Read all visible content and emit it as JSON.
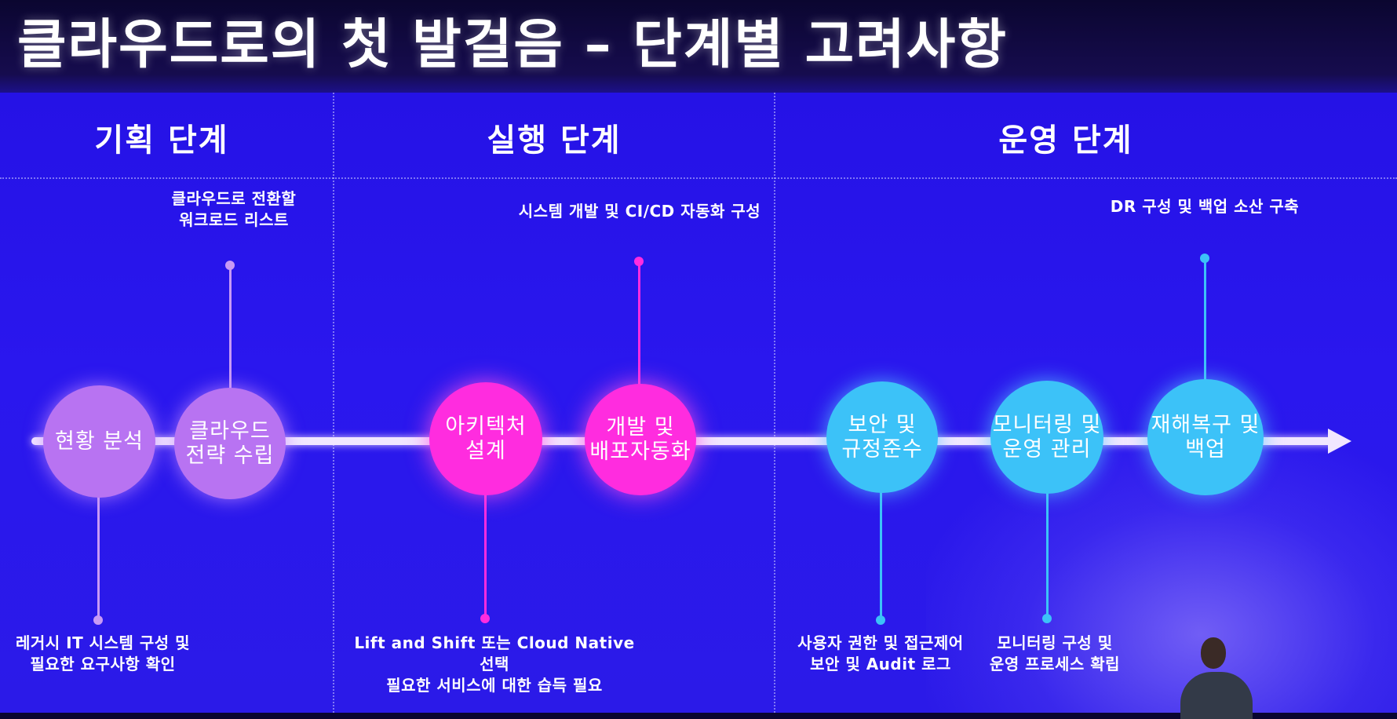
{
  "title": "클라우드로의 첫 발걸음 – 단계별 고려사항",
  "phases": [
    {
      "label": "기획 단계"
    },
    {
      "label": "실행 단계"
    },
    {
      "label": "운영 단계"
    }
  ],
  "steps": [
    {
      "label": "현황 분석",
      "color": "#b873f2"
    },
    {
      "label": "클라우드\n전략 수립",
      "color": "#b873f2"
    },
    {
      "label": "아키텍처\n설계",
      "color": "#ff2cdf"
    },
    {
      "label": "개발 및\n배포자동화",
      "color": "#ff2cdf"
    },
    {
      "label": "보안 및\n규정준수",
      "color": "#3cc2f8"
    },
    {
      "label": "모니터링 및\n운영 관리",
      "color": "#3cc2f8"
    },
    {
      "label": "재해복구 및\n백업",
      "color": "#3cc2f8"
    }
  ],
  "notes": [
    {
      "text": "레거시 IT 시스템 구성 및\n필요한 요구사항 확인"
    },
    {
      "text": "클라우드로 전환할\n워크로드 리스트"
    },
    {
      "text": "Lift and Shift  또는 Cloud Native 선택\n필요한 서비스에 대한 습득 필요"
    },
    {
      "text": "시스템 개발 및 CI/CD 자동화 구성"
    },
    {
      "text": "사용자 권한 및 접근제어\n보안 및 Audit 로그"
    },
    {
      "text": "모니터링 구성 및\n운영 프로세스 확립"
    },
    {
      "text": "DR 구성 및 백업 소산 구축"
    }
  ],
  "colors": {
    "background": "#2a17ee",
    "planning": "#b873f2",
    "execution": "#ff2cdf",
    "operation": "#3cc2f8",
    "timeline": "#f1e6ff"
  }
}
